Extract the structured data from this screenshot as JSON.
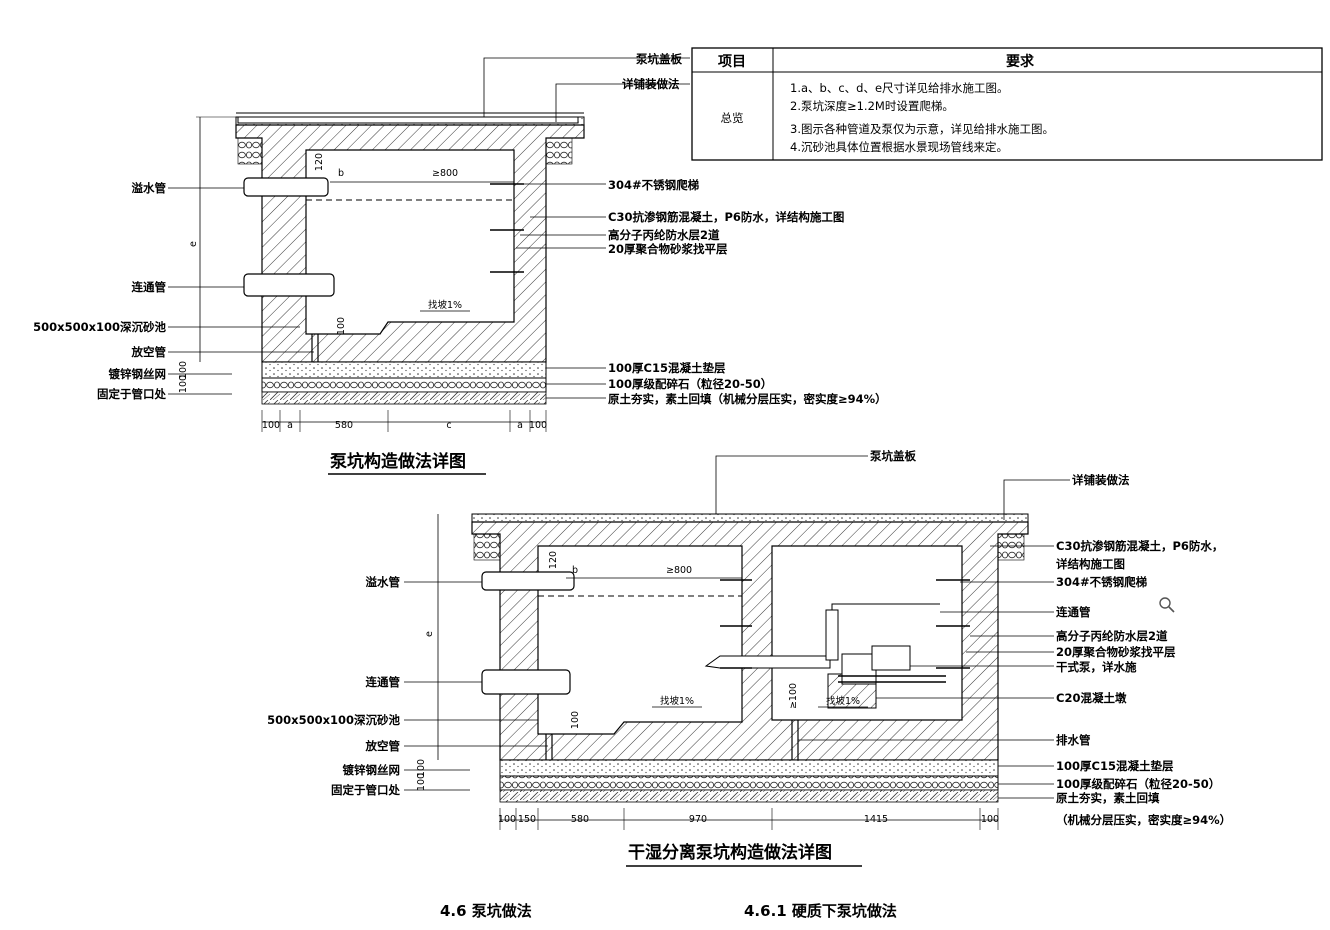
{
  "table": {
    "header_item": "项目",
    "header_req": "要求",
    "row_label": "总览",
    "lines": [
      "1.a、b、c、d、e尺寸详见给排水施工图。",
      "2.泵坑深度≥1.2M时设置爬梯。",
      "3.图示各种管道及泵仅为示意，详见给排水施工图。",
      "4.沉砂池具体位置根据水景现场管线来定。"
    ]
  },
  "drawing1": {
    "title": "泵坑构造做法详图",
    "labels_right": {
      "cover": "泵坑盖板",
      "paving": "详铺装做法",
      "ladder": "304#不锈钢爬梯",
      "concrete": "C30抗渗钢筋混凝土，P6防水，详结构施工图",
      "waterproof": "高分子丙纶防水层2道",
      "mortar": "20厚聚合物砂浆找平层",
      "c15": "100厚C15混凝土垫层",
      "gravel": "100厚级配碎石（粒径20-50）",
      "soil": "原土夯实，素土回填（机械分层压实，密实度≥94%）"
    },
    "labels_left": {
      "overflow": "溢水管",
      "connect": "连通管",
      "sandpit": "500x500x100深沉砂池",
      "drain": "放空管",
      "mesh": "镀锌钢丝网",
      "fix": "固定于管口处"
    },
    "dims": {
      "h120": "120",
      "b": "b",
      "w800": "≥800",
      "e": "e",
      "slope": "找坡1%",
      "d100": "100",
      "v100a": "100",
      "v100b": "100",
      "bottom": [
        "100",
        "a",
        "580",
        "c",
        "a",
        "100"
      ]
    }
  },
  "drawing2": {
    "title": "干湿分离泵坑构造做法详图",
    "labels_right": {
      "cover": "泵坑盖板",
      "paving": "详铺装做法",
      "concrete1": "C30抗渗钢筋混凝土，P6防水，",
      "concrete2": "详结构施工图",
      "ladder": "304#不锈钢爬梯",
      "connect": "连通管",
      "waterproof": "高分子丙纶防水层2道",
      "mortar": "20厚聚合物砂浆找平层",
      "pump": "干式泵，详水施",
      "c20": "C20混凝土墩",
      "drainpipe": "排水管",
      "c15": "100厚C15混凝土垫层",
      "gravel": "100厚级配碎石（粒径20-50）",
      "soil": "原土夯实，素土回填",
      "soil2": "（机械分层压实，密实度≥94%）"
    },
    "labels_left": {
      "overflow": "溢水管",
      "connect": "连通管",
      "sandpit": "500x500x100深沉砂池",
      "drain": "放空管",
      "mesh": "镀锌钢丝网",
      "fix": "固定于管口处"
    },
    "dims": {
      "h120": "120",
      "b": "b",
      "w800": "≥800",
      "e": "e",
      "slope1": "找坡1%",
      "slope2": "找坡1%",
      "d100": "100",
      "d100b": "≥100",
      "v100a": "100",
      "v100b": "100",
      "bottom": [
        "100",
        "150",
        "580",
        "970",
        "1415",
        "100"
      ]
    }
  },
  "footer": {
    "left": "4.6 泵坑做法",
    "right": "4.6.1 硬质下泵坑做法"
  },
  "icons": {
    "zoom": "magnifier-icon"
  }
}
